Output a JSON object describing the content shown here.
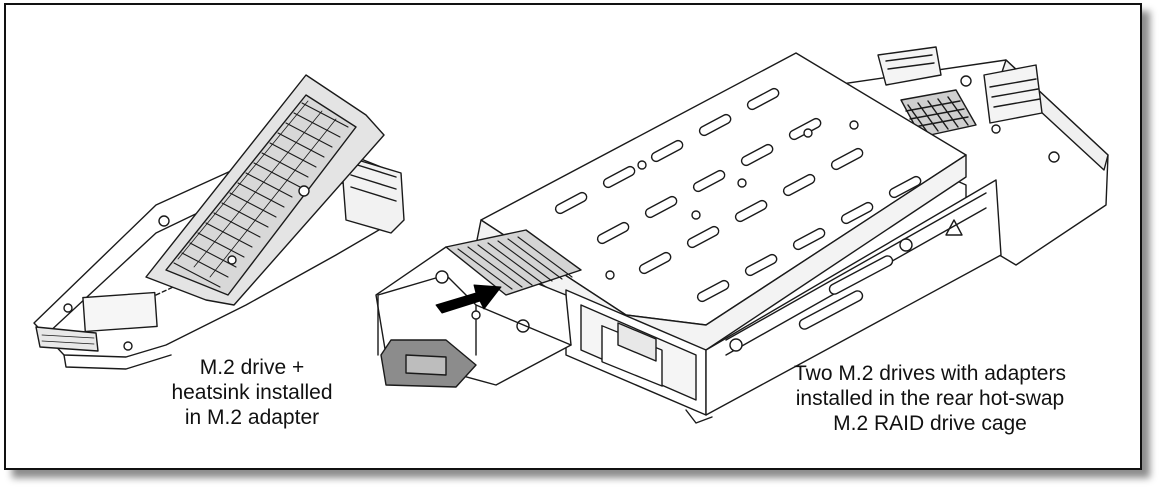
{
  "captions": {
    "left": {
      "lines": [
        "M.2 drive +",
        "heatsink installed",
        "in M.2 adapter"
      ]
    },
    "right": {
      "lines": [
        "Two M.2 drives with adapters",
        "installed in the rear hot-swap",
        "M.2 RAID drive cage"
      ]
    }
  },
  "colors": {
    "line": "#1a1a1a",
    "heatsink_fill": "#d8d8d8",
    "latch_fill": "#8c8c8c",
    "arrow": "#000000"
  },
  "icons": {
    "install_arrow": "arrow-right-icon"
  }
}
